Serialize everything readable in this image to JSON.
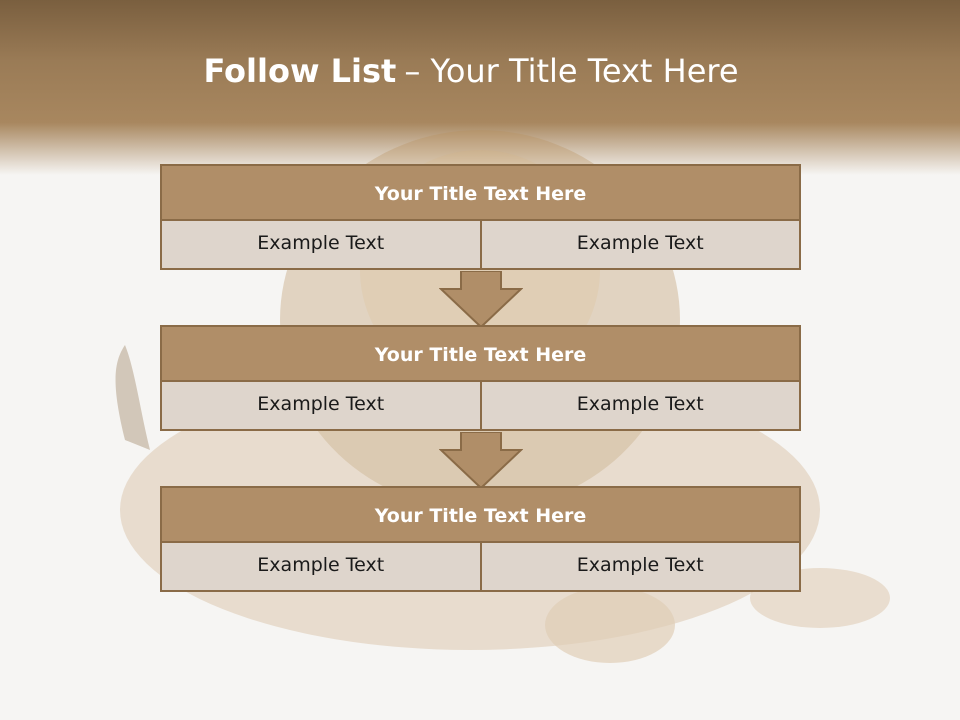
{
  "slide": {
    "title_bold": "Follow List",
    "title_rest": "– Your Title Text Here"
  },
  "steps": [
    {
      "title": "Your Title Text Here",
      "left": "Example Text",
      "right": "Example Text"
    },
    {
      "title": "Your Title Text Here",
      "left": "Example Text",
      "right": "Example Text"
    },
    {
      "title": "Your Title Text Here",
      "left": "Example Text",
      "right": "Example Text"
    }
  ],
  "colors": {
    "header": "#9a7b56",
    "block_title": "#b08e68",
    "block_border": "#8a6b47",
    "cell": "#ded5cc"
  },
  "background_image": "lion-photo"
}
